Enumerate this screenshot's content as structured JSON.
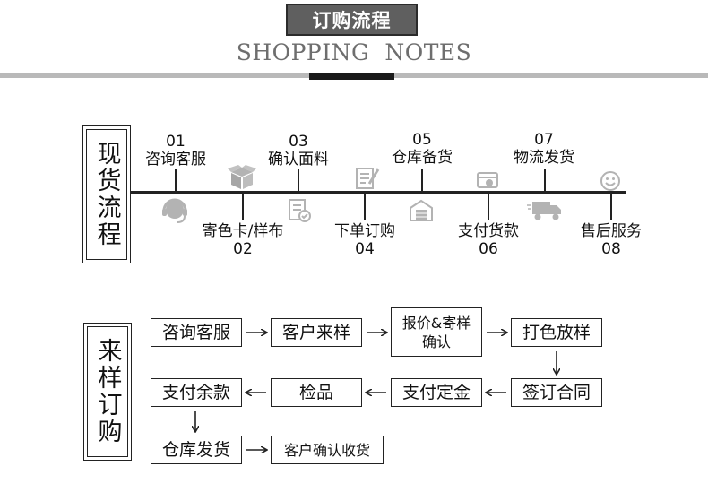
{
  "header": {
    "title": "订购流程",
    "subtitle": "SHOPPING  NOTES"
  },
  "stock_process": {
    "label": "现货流程",
    "steps": [
      {
        "num": "01",
        "label": "咨询客服",
        "icon": "customer-service-headset-icon"
      },
      {
        "num": "02",
        "label": "寄色卡/样布",
        "icon": "package-box-icon"
      },
      {
        "num": "03",
        "label": "确认面料",
        "icon": "document-check-icon"
      },
      {
        "num": "04",
        "label": "下单订购",
        "icon": "order-form-icon"
      },
      {
        "num": "05",
        "label": "仓库备货",
        "icon": "warehouse-icon"
      },
      {
        "num": "06",
        "label": "支付货款",
        "icon": "payment-icon"
      },
      {
        "num": "07",
        "label": "物流发货",
        "icon": "delivery-truck-icon"
      },
      {
        "num": "08",
        "label": "售后服务",
        "icon": "smiley-face-icon"
      }
    ]
  },
  "sample_process": {
    "label": "来样订购",
    "steps": [
      "咨询客服",
      "客户来样",
      "报价&寄样\n确认",
      "打色放样",
      "签订合同",
      "支付定金",
      "检品",
      "支付余款",
      "仓库发货",
      "客户确认收货"
    ]
  },
  "colors": {
    "title_background": "#5f5f5f",
    "line": "#222222",
    "icon_gray": "#b3b3b3",
    "rule_gray": "#b9b9b9"
  }
}
